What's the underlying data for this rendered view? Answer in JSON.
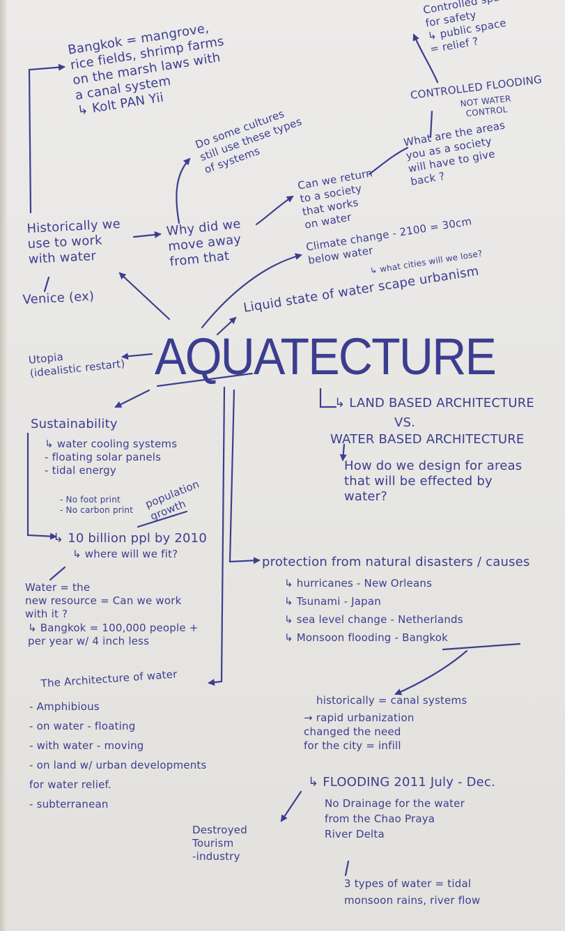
{
  "title": "AQUATECTURE",
  "notes": {
    "bangkok_marsh": "Bangkok = mangrove,\nrice fields, shrimp farms\non the marsh laws with\na canal system\n↳ Kolt PAN Yii",
    "cultures": "Do some cultures\nstill use these types\nof systems",
    "historically": "Historically we\nuse to work\nwith water",
    "venice": "Venice (ex)",
    "why_move": "Why did we\nmove away\nfrom that",
    "return_society": "Can we return\nto a society\nthat works\non water",
    "controlled_spaces": "Controlled spaces\nfor safety\n↳ public space\n= relief ?",
    "controlled_flooding": "CONTROLLED FLOODING",
    "not_water_control": "NOT WATER\nCONTROL",
    "give_back": "What are the areas\nyou as a society\nwill have to give\nback ?",
    "climate_change": "Climate change - 2100 = 30cm\nbelow water",
    "cities_lose": "↳ what cities will we lose?",
    "liquid_state": "Liquid state of water scape urbanism",
    "utopia": "Utopia\n(idealistic restart)",
    "sustainability_heading": "Sustainability",
    "sustainability_items": "↳ water cooling systems\n- floating solar panels\n- tidal energy",
    "sustainability_small": "- No foot print\n- No carbon print",
    "population_growth": "population\ngrowth",
    "ten_billion": "↳ 10 billion ppl by 2010",
    "where_fit": "↳ where will we fit?",
    "water_resource": "Water = the\nnew resource = Can we work\n        with it ?",
    "bangkok_sinking": "↳ Bangkok = 100,000 people +\n   per year w/ 4 inch less",
    "land_based": "↳ LAND BASED ARCHITECTURE",
    "vs": "VS.",
    "water_based": "WATER BASED ARCHITECTURE",
    "design_question": "How do we design for areas\nthat will be effected by\nwater?",
    "protection": "protection from natural disasters / causes",
    "disasters": "↳ hurricanes  - New Orleans\n↳ Tsunami  - Japan\n↳ sea level change  - Netherlands",
    "monsoon": "↳ Monsoon flooding - ",
    "monsoon_bangkok": "Bangkok",
    "architecture_heading": "The Architecture of water",
    "architecture_items": "- Amphibious\n- on water - floating\n- with water - moving\n- on land w/ urban developments\n  for water relief.\n- subterranean",
    "canal_systems": "historically = canal systems",
    "rapid_urbanization": "→ rapid urbanization\n   changed the need\n   for the city = infill",
    "flooding_2011": "↳ FLOODING 2011 July - Dec.",
    "no_drainage": "No Drainage for the water\nfrom the Chao Praya\n      River Delta",
    "three_types": "3 types of water = tidal\nmonsoon rains, river flow",
    "destroyed": "Destroyed\n Tourism\n -industry"
  },
  "colors": {
    "ink": "#3b3e8f",
    "paper": "#e9e8e5"
  }
}
